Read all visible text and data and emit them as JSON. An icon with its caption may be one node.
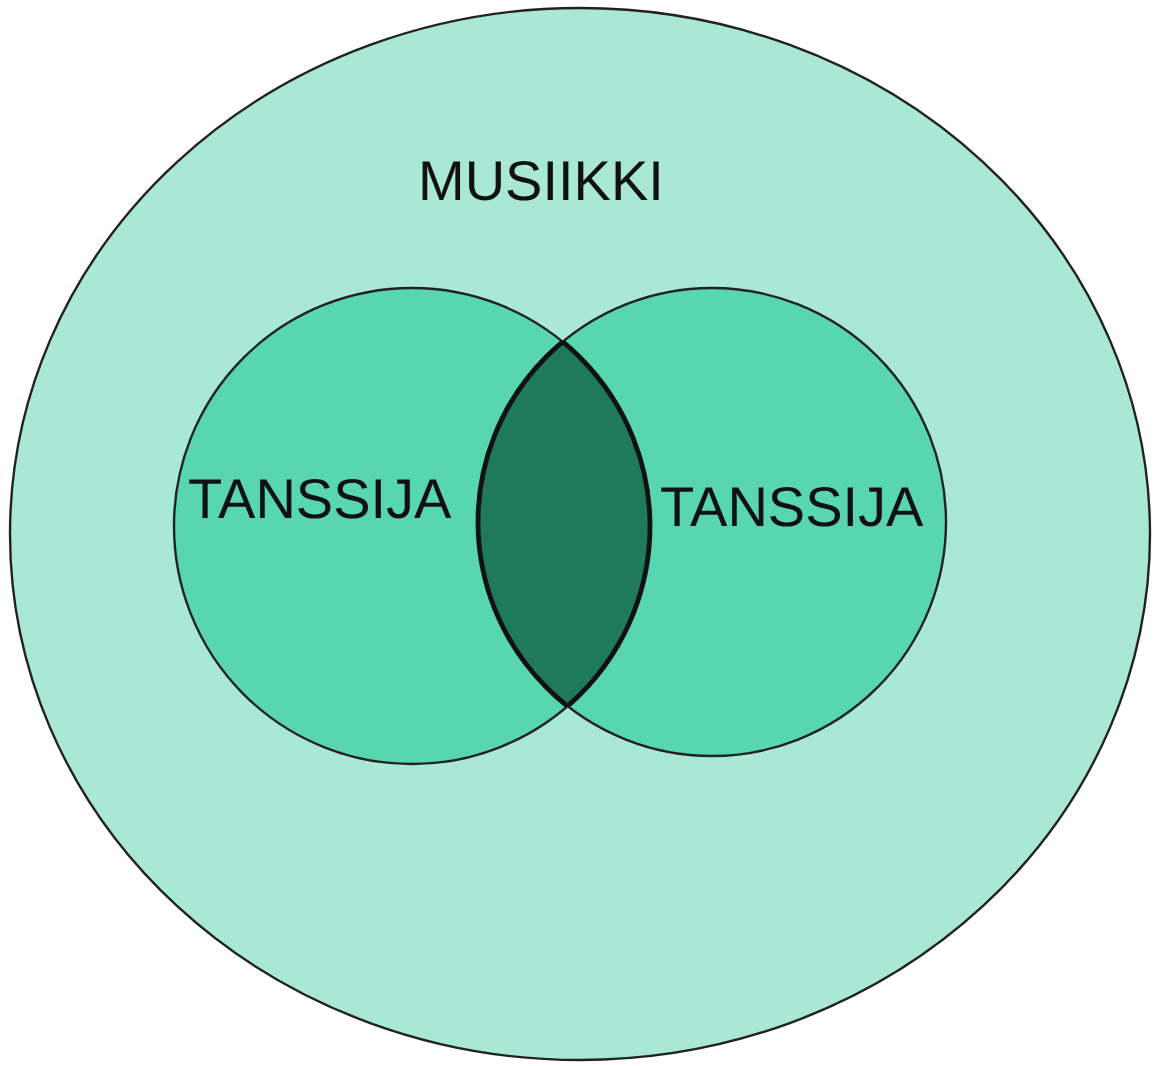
{
  "diagram": {
    "nodes": [
      {
        "text": [
          "MUSIIKKI"
        ]
      },
      {
        "text": [
          "TANSSIJA"
        ],
        "in": 0
      },
      {
        "text": [
          "TANSSIJA"
        ],
        "in": 0
      }
    ]
  }
}
